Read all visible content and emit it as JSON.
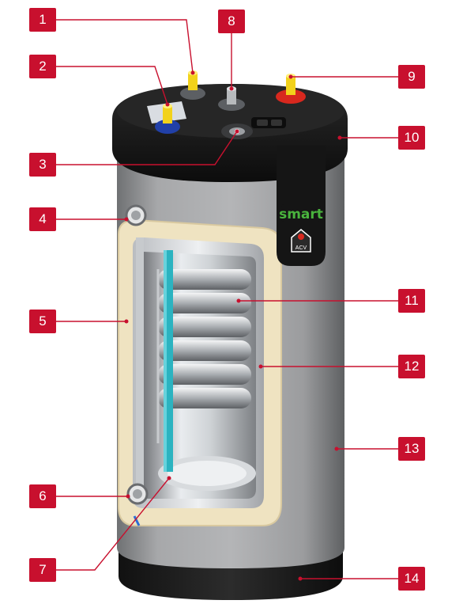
{
  "product": {
    "brand_text": "smart",
    "logo_text": "ACV"
  },
  "callouts": [
    {
      "id": "1",
      "label": "1"
    },
    {
      "id": "2",
      "label": "2"
    },
    {
      "id": "3",
      "label": "3"
    },
    {
      "id": "4",
      "label": "4"
    },
    {
      "id": "5",
      "label": "5"
    },
    {
      "id": "6",
      "label": "6"
    },
    {
      "id": "7",
      "label": "7"
    },
    {
      "id": "8",
      "label": "8"
    },
    {
      "id": "9",
      "label": "9"
    },
    {
      "id": "10",
      "label": "10"
    },
    {
      "id": "11",
      "label": "11"
    },
    {
      "id": "12",
      "label": "12"
    },
    {
      "id": "13",
      "label": "13"
    },
    {
      "id": "14",
      "label": "14"
    }
  ],
  "colors": {
    "callout": "#c8102e",
    "body_grey": "#9a9b9d",
    "lid_black": "#1b1b1b",
    "insulation": "#efe3c1",
    "cyan_tube": "#2bb3c0",
    "red_cap": "#d8281e",
    "blue_cap": "#2140a8",
    "yellow_fitting": "#f2d21b"
  }
}
